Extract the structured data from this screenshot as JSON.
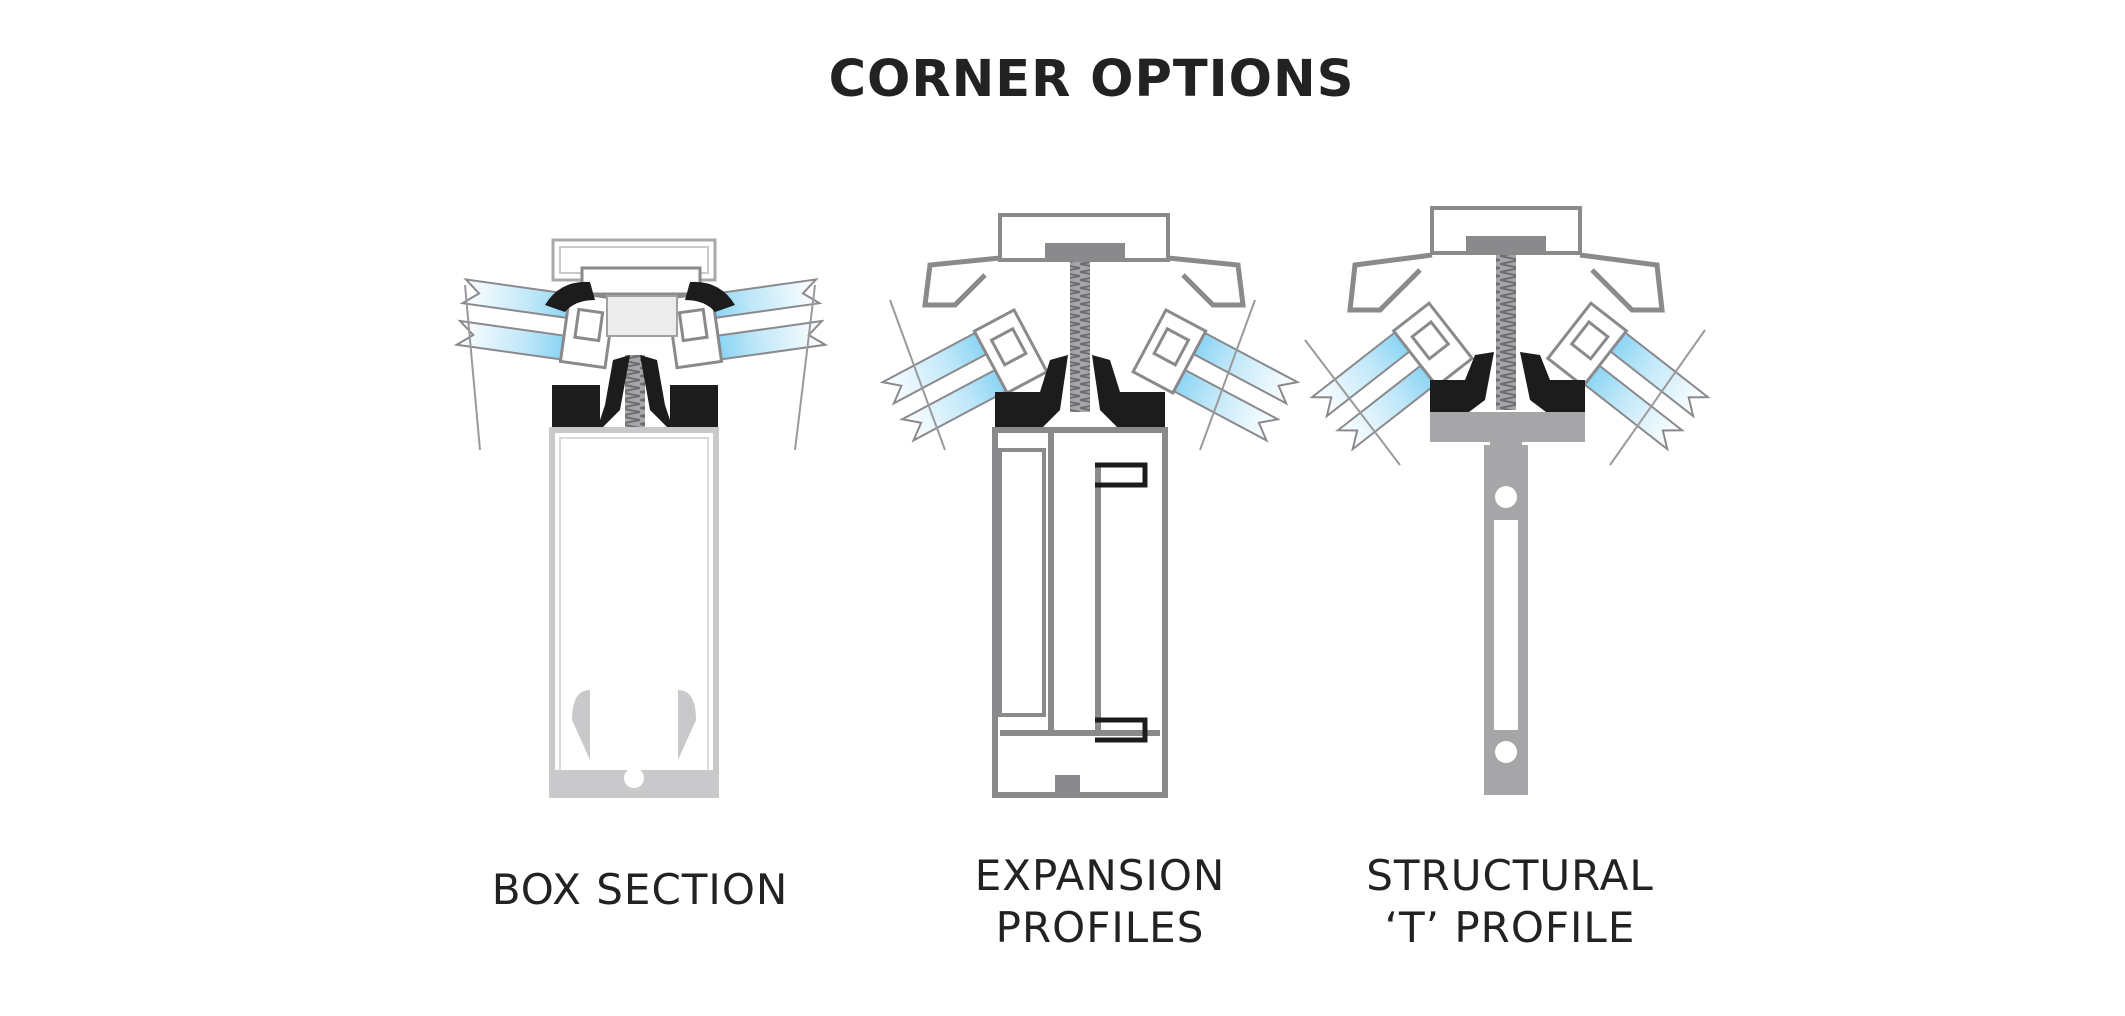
{
  "title": "CORNER OPTIONS",
  "colors": {
    "text": "#222222",
    "glass_blue": "#5cc3ef",
    "glass_light": "#e6f6fd",
    "aluminium_dark": "#8a8a8d",
    "aluminium_light": "#c9c9cb",
    "gasket": "#1c1c1c",
    "background": "#ffffff"
  },
  "profiles": [
    {
      "id": "box",
      "lines": [
        "BOX SECTION"
      ]
    },
    {
      "id": "expansion",
      "lines": [
        "EXPANSION",
        "PROFILES"
      ]
    },
    {
      "id": "structural",
      "lines": [
        "STRUCTURAL",
        "‘T’ PROFILE"
      ]
    }
  ]
}
